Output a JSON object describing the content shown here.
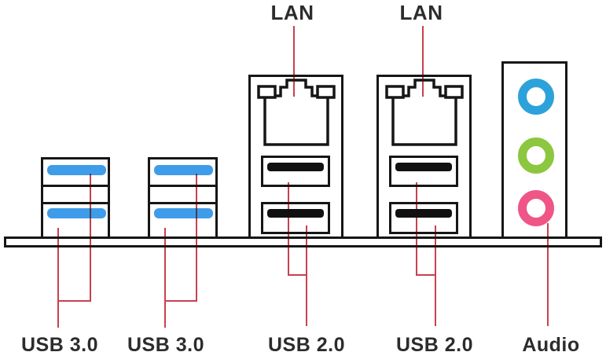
{
  "labels": {
    "lan_left": "LAN",
    "lan_right": "LAN",
    "usb3_left": "USB 3.0",
    "usb3_right": "USB 3.0",
    "usb2_left": "USB 2.0",
    "usb2_right": "USB 2.0",
    "audio": "Audio"
  },
  "ports": {
    "usb3_stacks": 2,
    "usb3_ports_per_stack": 2,
    "lan_jacks": 2,
    "usb2_ports_per_block": 2,
    "audio_jacks": 3,
    "audio_jack_names": [
      "line-in-jack-blue",
      "line-out-jack-green",
      "mic-jack-pink"
    ]
  },
  "colors": {
    "outline": "#161616",
    "usb3_tab": "#3f9ce8",
    "usb2_tab": "#111111",
    "leader": "#c9404e",
    "audio_line_in": "#2da2da",
    "audio_line_out": "#8dc63f",
    "audio_mic": "#ef5587",
    "text": "#2c2c2c"
  }
}
